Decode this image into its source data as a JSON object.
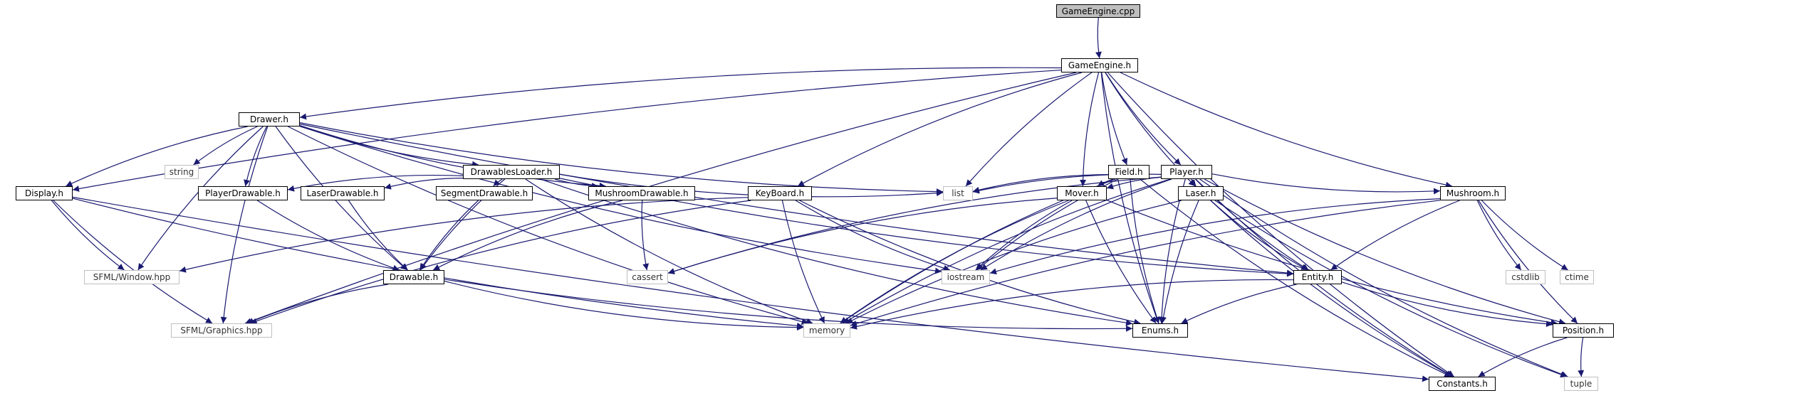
{
  "nodes": [
    {
      "id": "GameEngine.cpp",
      "label": "GameEngine.cpp",
      "kind": "root"
    },
    {
      "id": "GameEngine.h",
      "label": "GameEngine.h",
      "kind": "file"
    },
    {
      "id": "Drawer.h",
      "label": "Drawer.h",
      "kind": "file"
    },
    {
      "id": "string",
      "label": "string",
      "kind": "system"
    },
    {
      "id": "DrawablesLoader.h",
      "label": "DrawablesLoader.h",
      "kind": "file"
    },
    {
      "id": "Field.h",
      "label": "Field.h",
      "kind": "file"
    },
    {
      "id": "Player.h",
      "label": "Player.h",
      "kind": "file"
    },
    {
      "id": "Display.h",
      "label": "Display.h",
      "kind": "file"
    },
    {
      "id": "PlayerDrawable.h",
      "label": "PlayerDrawable.h",
      "kind": "file"
    },
    {
      "id": "LaserDrawable.h",
      "label": "LaserDrawable.h",
      "kind": "file"
    },
    {
      "id": "SegmentDrawable.h",
      "label": "SegmentDrawable.h",
      "kind": "file"
    },
    {
      "id": "MushroomDrawable.h",
      "label": "MushroomDrawable.h",
      "kind": "file"
    },
    {
      "id": "KeyBoard.h",
      "label": "KeyBoard.h",
      "kind": "file"
    },
    {
      "id": "list",
      "label": "list",
      "kind": "system"
    },
    {
      "id": "Mover.h",
      "label": "Mover.h",
      "kind": "file"
    },
    {
      "id": "Laser.h",
      "label": "Laser.h",
      "kind": "file"
    },
    {
      "id": "Mushroom.h",
      "label": "Mushroom.h",
      "kind": "file"
    },
    {
      "id": "SFML/Window.hpp",
      "label": "SFML/Window.hpp",
      "kind": "system"
    },
    {
      "id": "Drawable.h",
      "label": "Drawable.h",
      "kind": "file"
    },
    {
      "id": "cassert",
      "label": "cassert",
      "kind": "system"
    },
    {
      "id": "iostream",
      "label": "iostream",
      "kind": "system"
    },
    {
      "id": "Entity.h",
      "label": "Entity.h",
      "kind": "file"
    },
    {
      "id": "cstdlib",
      "label": "cstdlib",
      "kind": "system"
    },
    {
      "id": "ctime",
      "label": "ctime",
      "kind": "system"
    },
    {
      "id": "SFML/Graphics.hpp",
      "label": "SFML/Graphics.hpp",
      "kind": "system"
    },
    {
      "id": "memory",
      "label": "memory",
      "kind": "system"
    },
    {
      "id": "Enums.h",
      "label": "Enums.h",
      "kind": "file"
    },
    {
      "id": "Position.h",
      "label": "Position.h",
      "kind": "file"
    },
    {
      "id": "Constants.h",
      "label": "Constants.h",
      "kind": "file"
    },
    {
      "id": "tuple",
      "label": "tuple",
      "kind": "system"
    }
  ],
  "edges": [
    [
      "GameEngine.cpp",
      "GameEngine.h"
    ],
    [
      "GameEngine.h",
      "Drawer.h"
    ],
    [
      "GameEngine.h",
      "Display.h"
    ],
    [
      "GameEngine.h",
      "SFML/Graphics.hpp"
    ],
    [
      "GameEngine.h",
      "KeyBoard.h"
    ],
    [
      "GameEngine.h",
      "list"
    ],
    [
      "GameEngine.h",
      "Field.h"
    ],
    [
      "GameEngine.h",
      "Mover.h"
    ],
    [
      "GameEngine.h",
      "Player.h"
    ],
    [
      "GameEngine.h",
      "Laser.h"
    ],
    [
      "GameEngine.h",
      "Mushroom.h"
    ],
    [
      "GameEngine.h",
      "Enums.h"
    ],
    [
      "GameEngine.h",
      "Constants.h"
    ],
    [
      "Drawer.h",
      "string"
    ],
    [
      "Drawer.h",
      "DrawablesLoader.h"
    ],
    [
      "Drawer.h",
      "Display.h"
    ],
    [
      "Drawer.h",
      "SFML/Graphics.hpp"
    ],
    [
      "Drawer.h",
      "SFML/Window.hpp"
    ],
    [
      "Drawer.h",
      "PlayerDrawable.h"
    ],
    [
      "Drawer.h",
      "Drawable.h"
    ],
    [
      "Drawer.h",
      "MushroomDrawable.h"
    ],
    [
      "Drawer.h",
      "list"
    ],
    [
      "Drawer.h",
      "iostream"
    ],
    [
      "Drawer.h",
      "Entity.h"
    ],
    [
      "Drawer.h",
      "memory"
    ],
    [
      "DrawablesLoader.h",
      "PlayerDrawable.h"
    ],
    [
      "DrawablesLoader.h",
      "LaserDrawable.h"
    ],
    [
      "DrawablesLoader.h",
      "SegmentDrawable.h"
    ],
    [
      "DrawablesLoader.h",
      "MushroomDrawable.h"
    ],
    [
      "DrawablesLoader.h",
      "Drawable.h"
    ],
    [
      "DrawablesLoader.h",
      "list"
    ],
    [
      "DrawablesLoader.h",
      "memory"
    ],
    [
      "DrawablesLoader.h",
      "Entity.h"
    ],
    [
      "DrawablesLoader.h",
      "Enums.h"
    ],
    [
      "Display.h",
      "SFML/Window.hpp"
    ],
    [
      "Display.h",
      "SFML/Graphics.hpp"
    ],
    [
      "Display.h",
      "memory"
    ],
    [
      "Display.h",
      "Constants.h"
    ],
    [
      "PlayerDrawable.h",
      "Drawable.h"
    ],
    [
      "LaserDrawable.h",
      "Drawable.h"
    ],
    [
      "SegmentDrawable.h",
      "Drawable.h"
    ],
    [
      "MushroomDrawable.h",
      "Drawable.h"
    ],
    [
      "MushroomDrawable.h",
      "cassert"
    ],
    [
      "Drawable.h",
      "SFML/Graphics.hpp"
    ],
    [
      "Drawable.h",
      "memory"
    ],
    [
      "Drawable.h",
      "Enums.h"
    ],
    [
      "KeyBoard.h",
      "SFML/Window.hpp"
    ],
    [
      "KeyBoard.h",
      "SFML/Graphics.hpp"
    ],
    [
      "KeyBoard.h",
      "iostream"
    ],
    [
      "KeyBoard.h",
      "memory"
    ],
    [
      "KeyBoard.h",
      "Enums.h"
    ],
    [
      "Field.h",
      "list"
    ],
    [
      "Field.h",
      "Mover.h"
    ],
    [
      "Field.h",
      "iostream"
    ],
    [
      "Field.h",
      "memory"
    ],
    [
      "Field.h",
      "Enums.h"
    ],
    [
      "Field.h",
      "Constants.h"
    ],
    [
      "Player.h",
      "list"
    ],
    [
      "Player.h",
      "Mover.h"
    ],
    [
      "Player.h",
      "Laser.h"
    ],
    [
      "Player.h",
      "Mushroom.h"
    ],
    [
      "Player.h",
      "Entity.h"
    ],
    [
      "Player.h",
      "iostream"
    ],
    [
      "Player.h",
      "memory"
    ],
    [
      "Player.h",
      "Enums.h"
    ],
    [
      "Player.h",
      "cassert"
    ],
    [
      "Player.h",
      "Position.h"
    ],
    [
      "Player.h",
      "Constants.h"
    ],
    [
      "Player.h",
      "tuple"
    ],
    [
      "Mover.h",
      "cassert"
    ],
    [
      "Mover.h",
      "memory"
    ],
    [
      "Mover.h",
      "Enums.h"
    ],
    [
      "Mover.h",
      "Position.h"
    ],
    [
      "Mover.h",
      "iostream"
    ],
    [
      "Laser.h",
      "Entity.h"
    ],
    [
      "Laser.h",
      "memory"
    ],
    [
      "Laser.h",
      "Enums.h"
    ],
    [
      "Laser.h",
      "Constants.h"
    ],
    [
      "Laser.h",
      "tuple"
    ],
    [
      "Mushroom.h",
      "Entity.h"
    ],
    [
      "Mushroom.h",
      "cstdlib"
    ],
    [
      "Mushroom.h",
      "ctime"
    ],
    [
      "Mushroom.h",
      "Position.h"
    ],
    [
      "Mushroom.h",
      "iostream"
    ],
    [
      "Mushroom.h",
      "memory"
    ],
    [
      "Entity.h",
      "Position.h"
    ],
    [
      "Entity.h",
      "Enums.h"
    ],
    [
      "Entity.h",
      "memory"
    ],
    [
      "Position.h",
      "Constants.h"
    ],
    [
      "Position.h",
      "tuple"
    ]
  ]
}
